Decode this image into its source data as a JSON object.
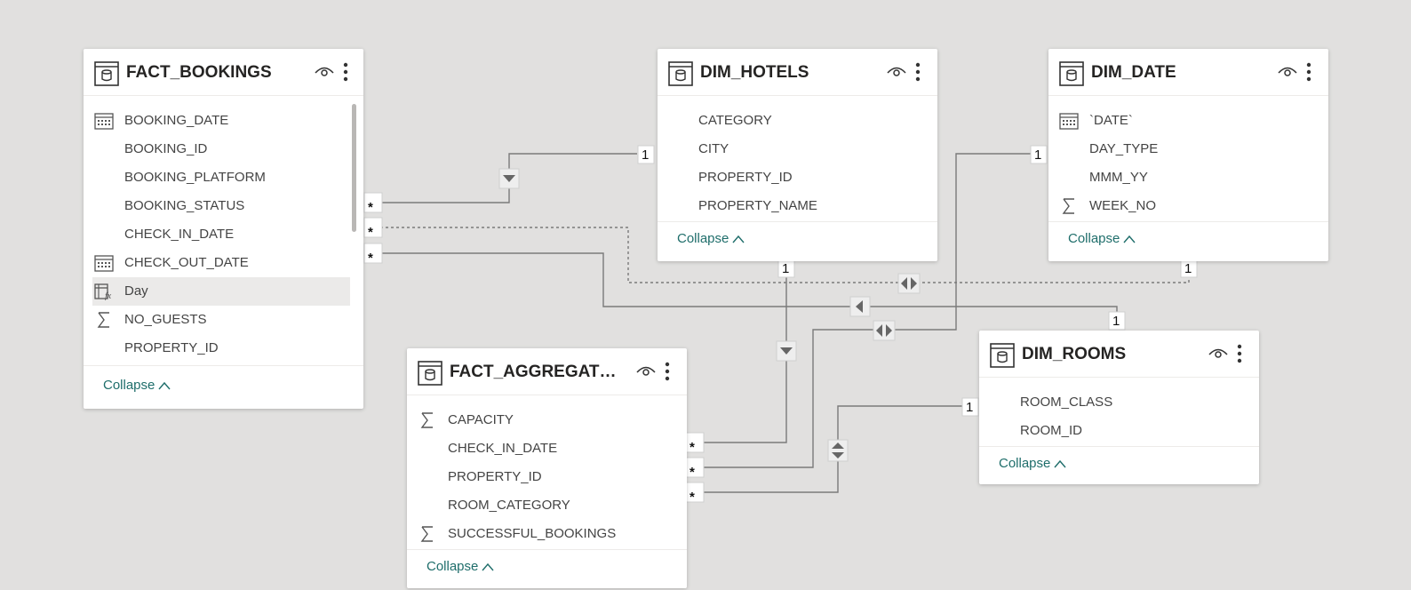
{
  "tables": {
    "fact_bookings": {
      "title": "FACT_BOOKINGS",
      "fields": [
        {
          "name": "BOOKING_DATE",
          "icon": "calendar-icon"
        },
        {
          "name": "BOOKING_ID",
          "icon": ""
        },
        {
          "name": "BOOKING_PLATFORM",
          "icon": ""
        },
        {
          "name": "BOOKING_STATUS",
          "icon": ""
        },
        {
          "name": "CHECK_IN_DATE",
          "icon": ""
        },
        {
          "name": "CHECK_OUT_DATE",
          "icon": "calendar-icon"
        },
        {
          "name": "Day",
          "icon": "calculated-column-icon"
        },
        {
          "name": "NO_GUESTS",
          "icon": "sigma-icon"
        },
        {
          "name": "PROPERTY_ID",
          "icon": ""
        }
      ],
      "collapse_label": "Collapse"
    },
    "dim_hotels": {
      "title": "DIM_HOTELS",
      "fields": [
        {
          "name": "CATEGORY",
          "icon": ""
        },
        {
          "name": "CITY",
          "icon": ""
        },
        {
          "name": "PROPERTY_ID",
          "icon": ""
        },
        {
          "name": "PROPERTY_NAME",
          "icon": ""
        }
      ],
      "collapse_label": "Collapse"
    },
    "dim_date": {
      "title": "DIM_DATE",
      "fields": [
        {
          "name": "`DATE`",
          "icon": "calendar-icon"
        },
        {
          "name": "DAY_TYPE",
          "icon": ""
        },
        {
          "name": "MMM_YY",
          "icon": ""
        },
        {
          "name": "WEEK_NO",
          "icon": "sigma-icon"
        }
      ],
      "collapse_label": "Collapse"
    },
    "fact_aggregated": {
      "title": "FACT_AGGREGATED_...",
      "fields": [
        {
          "name": "CAPACITY",
          "icon": "sigma-icon"
        },
        {
          "name": "CHECK_IN_DATE",
          "icon": ""
        },
        {
          "name": "PROPERTY_ID",
          "icon": ""
        },
        {
          "name": "ROOM_CATEGORY",
          "icon": ""
        },
        {
          "name": "SUCCESSFUL_BOOKINGS",
          "icon": "sigma-icon"
        }
      ],
      "collapse_label": "Collapse"
    },
    "dim_rooms": {
      "title": "DIM_ROOMS",
      "fields": [
        {
          "name": "ROOM_CLASS",
          "icon": ""
        },
        {
          "name": "ROOM_ID",
          "icon": ""
        }
      ],
      "collapse_label": "Collapse"
    }
  },
  "cardinality": {
    "one": "1",
    "many": "*"
  },
  "colors": {
    "canvas": "#e1e0df",
    "accent": "#1f6e6b",
    "line": "#7a7a7a"
  }
}
